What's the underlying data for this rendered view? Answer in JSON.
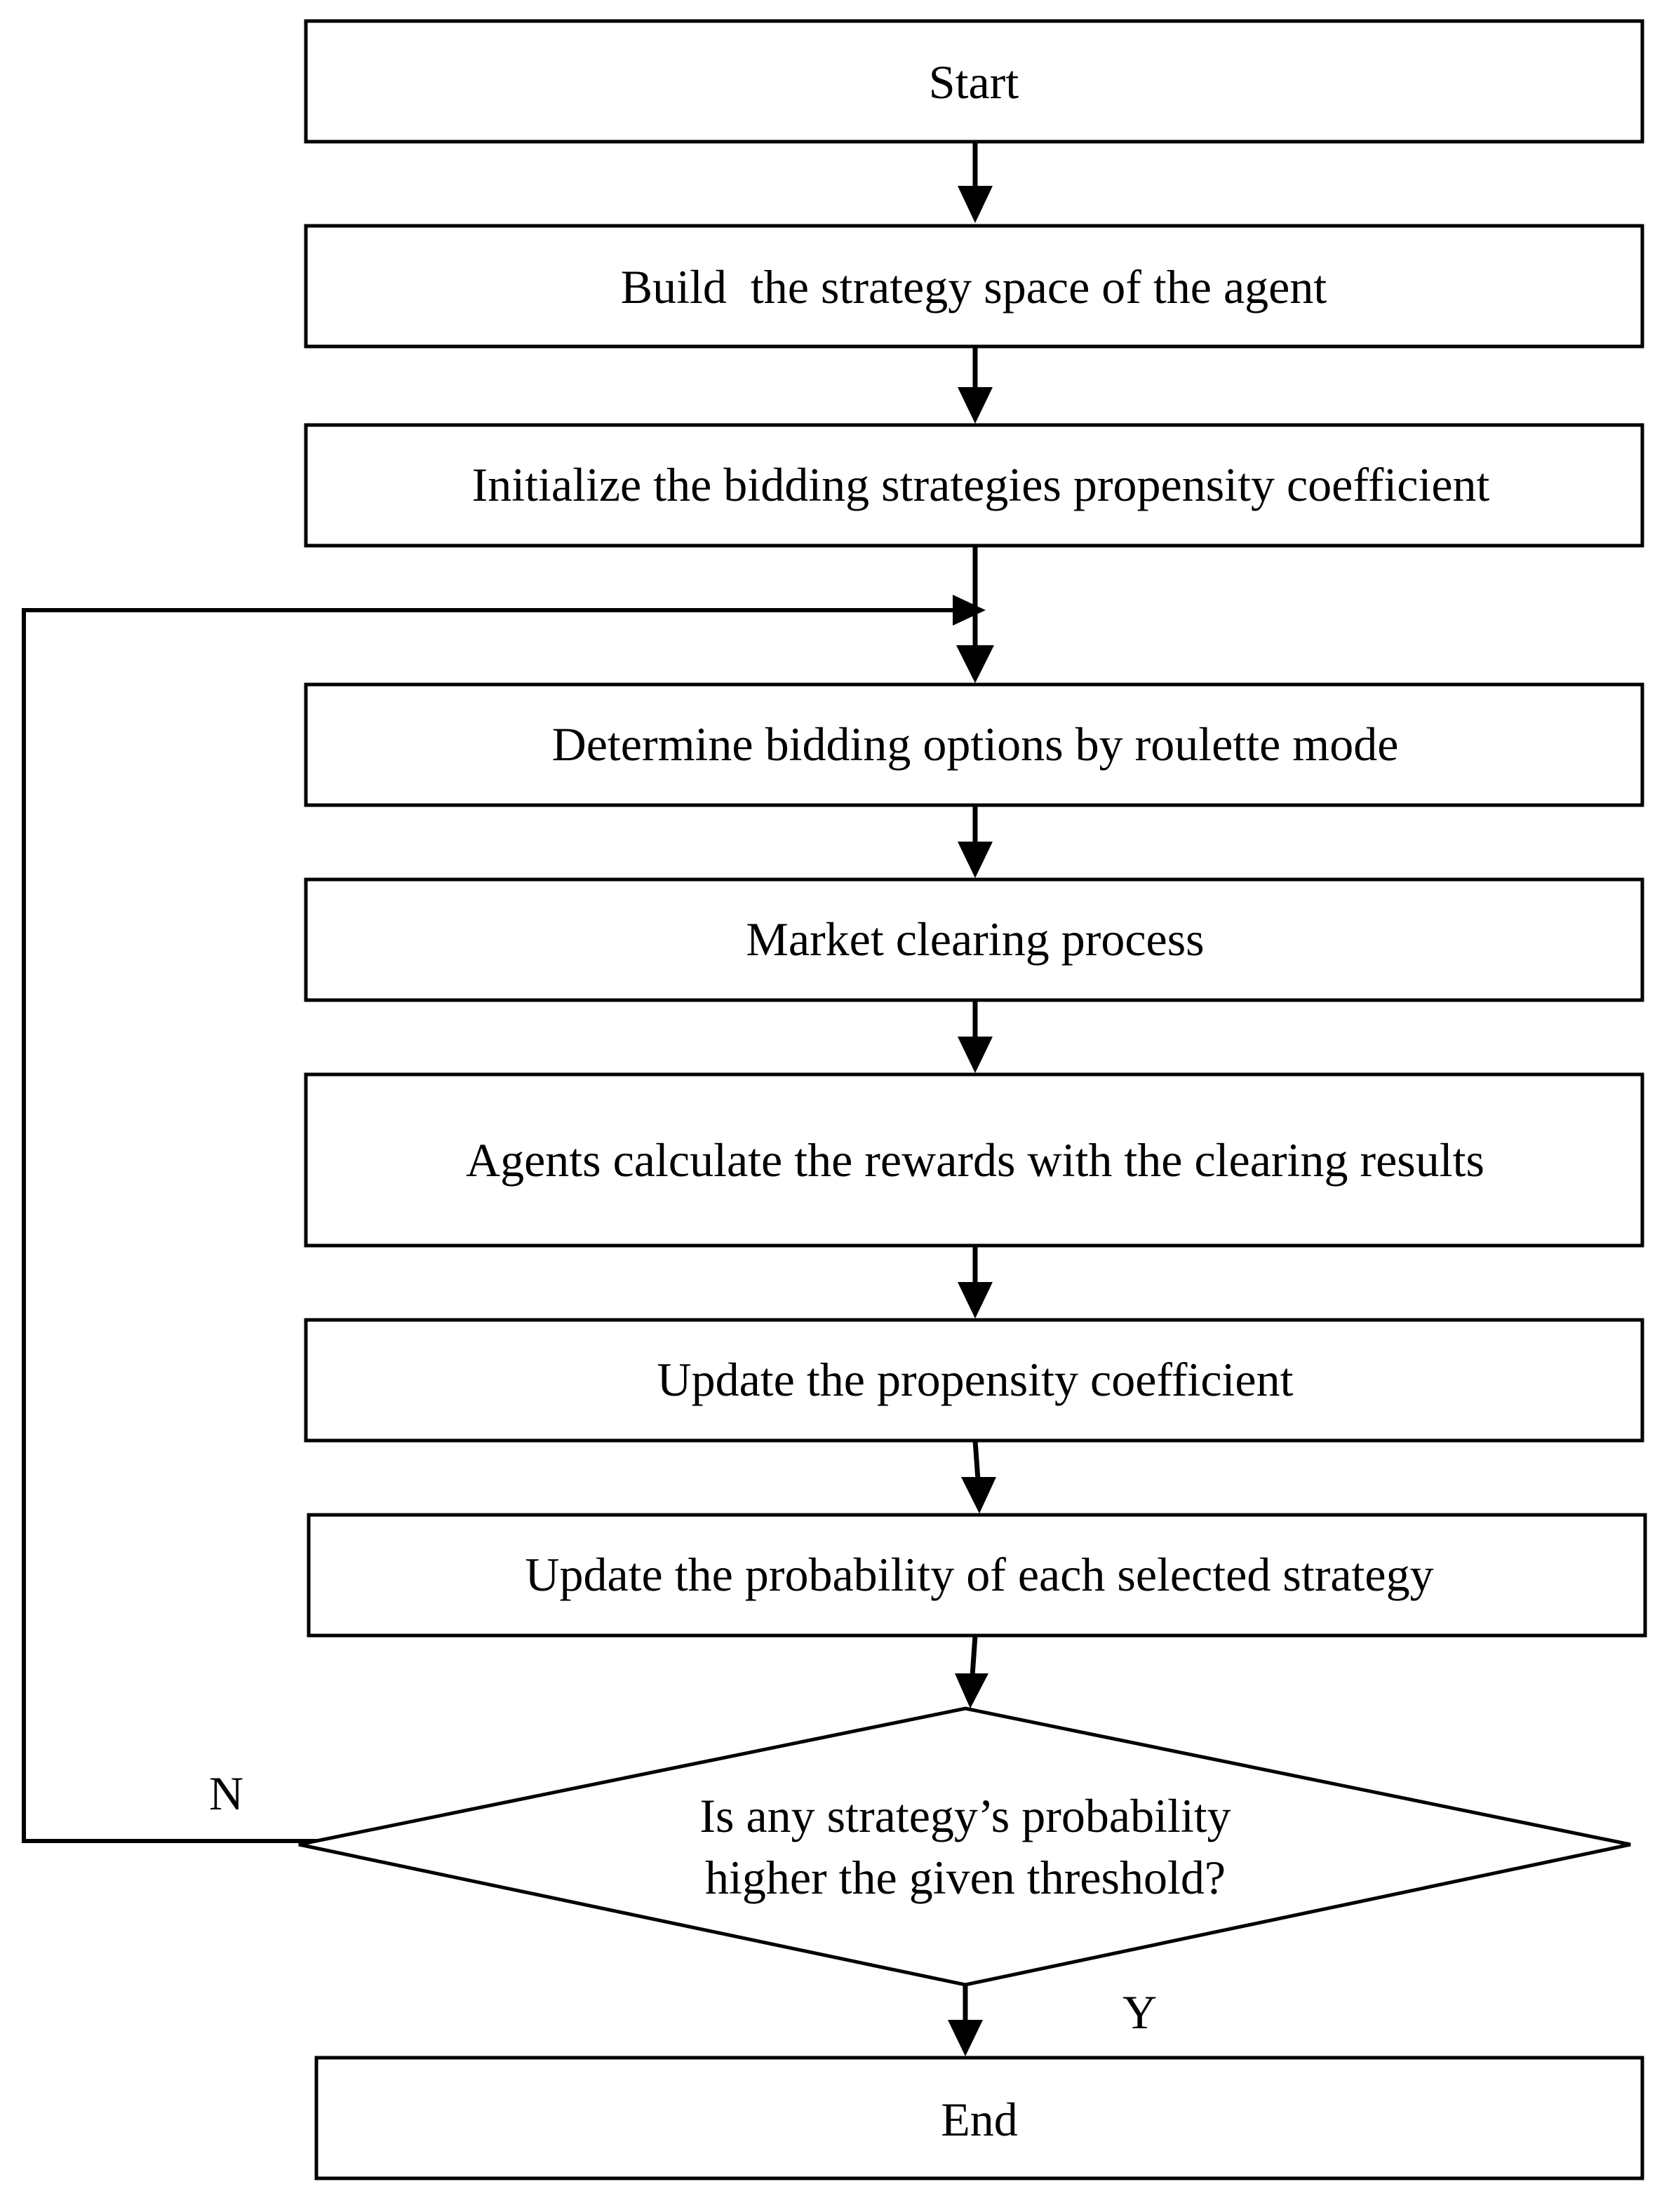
{
  "flowchart": {
    "steps": {
      "start": "Start",
      "build": "Build  the strategy space of the agent",
      "initialize": "Initialize the bidding strategies propensity coefficient",
      "determine": "Determine bidding options by roulette mode",
      "market": "Market clearing process",
      "agents": "Agents calculate the rewards with the clearing results",
      "update_propensity": "Update the propensity coefficient",
      "update_probability": "Update the probability of each selected strategy",
      "end": "End"
    },
    "decision": {
      "line1": "Is any strategy’s probability",
      "line2": "higher the given threshold?"
    },
    "branch_labels": {
      "no": "N",
      "yes": "Y"
    }
  }
}
